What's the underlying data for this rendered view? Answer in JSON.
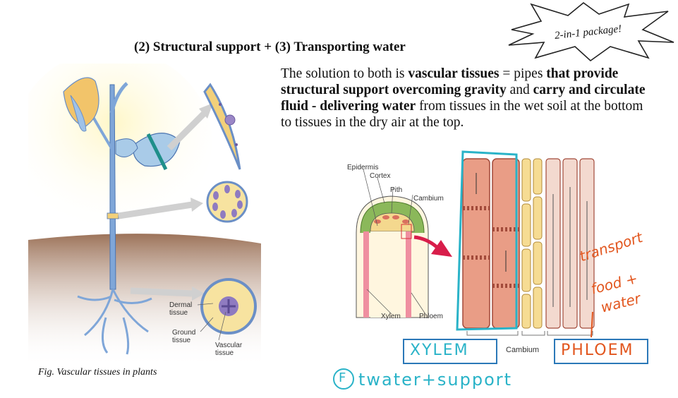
{
  "badge": {
    "text": "2-in-1 package!"
  },
  "heading": "(2)  Structural support + (3) Transporting water",
  "paragraph": {
    "p1": "The solution to both is ",
    "b1": "vascular tissues",
    "p2": " = pipes ",
    "b2": "that provide structural support overcoming gravity",
    "p3": " and ",
    "b3": "carry and circulate fluid - delivering water",
    "p4": " from tissues in the wet soil at the bottom to tissues in the dry air at the top."
  },
  "plant_figure": {
    "labels": {
      "dermal": "Dermal tissue",
      "ground": "Ground tissue",
      "vascular": "Vascular tissue"
    },
    "caption": "Fig. Vascular tissues in plants"
  },
  "stem_figure": {
    "labels": {
      "epidermis": "Epidermis",
      "cortex": "Cortex",
      "pith": "Pith",
      "cambium": "Cambium",
      "xylem": "Xylem",
      "phloem": "Phloem",
      "cambium_bottom": "Cambium"
    }
  },
  "annotations": {
    "xylem_box": "XYLEM",
    "phloem_box": "PHLOEM",
    "transport_line1": "transport",
    "transport_line2": "food +",
    "transport_line3": "water",
    "f_circle": "F",
    "function_note": "twater+support"
  },
  "colors": {
    "xylem_outline": "#2ab3c8",
    "annotation_orange": "#e2561e",
    "box_blue": "#2b78b8",
    "stem_blue": "#7fa6d8",
    "soil": "#9b6a4a",
    "vessel_red": "#d9705e",
    "cambium_yellow": "#f2d07a"
  }
}
